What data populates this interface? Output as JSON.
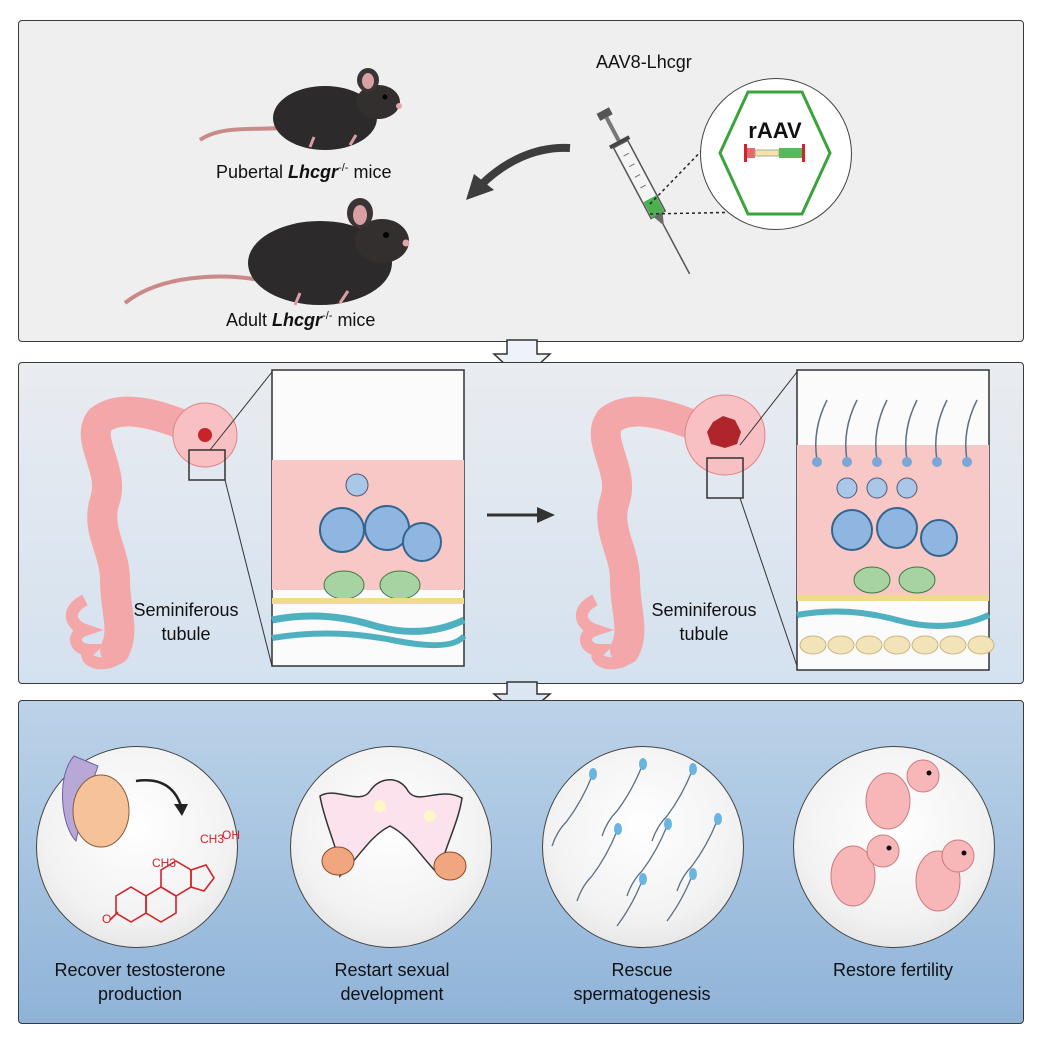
{
  "top": {
    "vector_label": "AAV8-Lhcgr",
    "capsid_label": "rAAV",
    "pubertal_prefix": "Pubertal ",
    "gene_name": "Lhcgr",
    "genotype": "-/-",
    "mice_suffix": " mice",
    "adult_prefix": "Adult "
  },
  "middle": {
    "tubule_label_line1": "Seminiferous",
    "tubule_label_line2": "tubule"
  },
  "outcomes": [
    {
      "line1": "Recover testosterone",
      "line2": "production",
      "icon": "testis-testosterone-icon"
    },
    {
      "line1": "Restart sexual",
      "line2": "development",
      "icon": "reproductive-tract-icon"
    },
    {
      "line1": "Rescue",
      "line2": "spermatogenesis",
      "icon": "sperm-icon"
    },
    {
      "line1": "Restore fertility",
      "line2": "",
      "icon": "pups-icon"
    }
  ],
  "steroid": {
    "methyl1": "CH3",
    "methyl2": "CH3",
    "hydroxyl": "OH",
    "ketone": "O"
  },
  "colors": {
    "panel_top_bg": "#efefef",
    "panel_bottom_bg": "#8fb3d8",
    "tubule": "#f4a7a9",
    "aav_green": "#3aa43a",
    "steroid_red": "#d2232a"
  }
}
